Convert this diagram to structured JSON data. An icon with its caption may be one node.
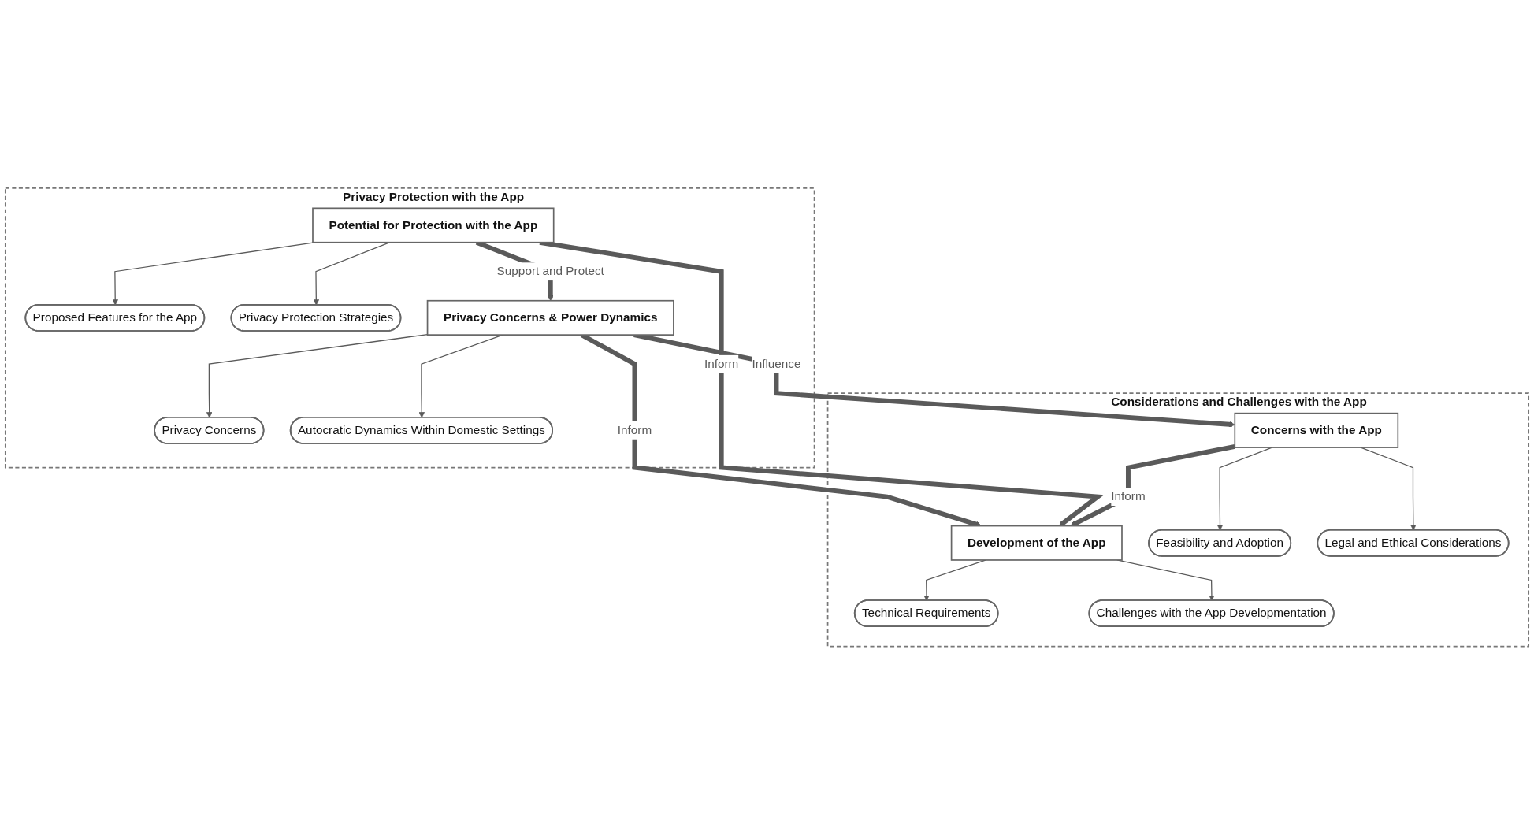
{
  "diagram": {
    "nodes": [
      {
        "text": [
          "Privacy Protection with the App"
        ]
      },
      {
        "text": [
          "Privacy Concerns"
        ],
        "in": 0
      },
      {
        "text": [
          "Autocratic Dynamics Within Domestic Settings"
        ],
        "in": 0
      },
      {
        "text": [
          "Proposed Features for the App"
        ],
        "in": 0
      },
      {
        "text": [
          "Privacy Protection Strategies"
        ],
        "in": 0
      },
      {
        "text": [
          "Privacy Concerns & Power Dynamics"
        ],
        "in": 0
      },
      {
        "text": [
          "Potential for Protection with the App"
        ],
        "in": 0
      },
      {
        "text": [
          "Considerations and Challenges with the App"
        ]
      },
      {
        "text": [
          "Development of the App"
        ],
        "in": 7
      },
      {
        "text": [
          "Concerns with the App"
        ],
        "in": 7
      },
      {
        "text": [
          "Technical Requirements"
        ],
        "in": 7
      },
      {
        "text": [
          "Challenges with the App Developmentation"
        ],
        "in": 7
      },
      {
        "text": [
          "Feasibility and Adoption"
        ],
        "in": 7
      },
      {
        "text": [
          "Legal and Ethical Considerations"
        ],
        "in": 7
      }
    ],
    "edges": [
      {
        "from": 5,
        "to": 1,
        "arrow": "to"
      },
      {
        "from": 5,
        "to": 2,
        "arrow": "to"
      },
      {
        "from": 6,
        "to": 3,
        "arrow": "to"
      },
      {
        "from": 6,
        "to": 4,
        "arrow": "to"
      },
      {
        "from": 6,
        "to": 5,
        "arrow": "to",
        "label": "Support and Protect",
        "style": "thick"
      },
      {
        "from": 5,
        "to": 8,
        "arrow": "to",
        "label": "Inform",
        "style": "thick"
      },
      {
        "from": 5,
        "to": 9,
        "arrow": "to",
        "label": "Influence",
        "style": "thick"
      },
      {
        "from": 6,
        "to": 8,
        "arrow": "to",
        "label": "Inform",
        "style": "thick"
      },
      {
        "from": 9,
        "to": 8,
        "arrow": "to",
        "label": "Inform",
        "style": "thick"
      },
      {
        "from": 8,
        "to": 10,
        "arrow": "to"
      },
      {
        "from": 8,
        "to": 11,
        "arrow": "to"
      },
      {
        "from": 9,
        "to": 12,
        "arrow": "to"
      },
      {
        "from": 9,
        "to": 13,
        "arrow": "to"
      }
    ]
  }
}
